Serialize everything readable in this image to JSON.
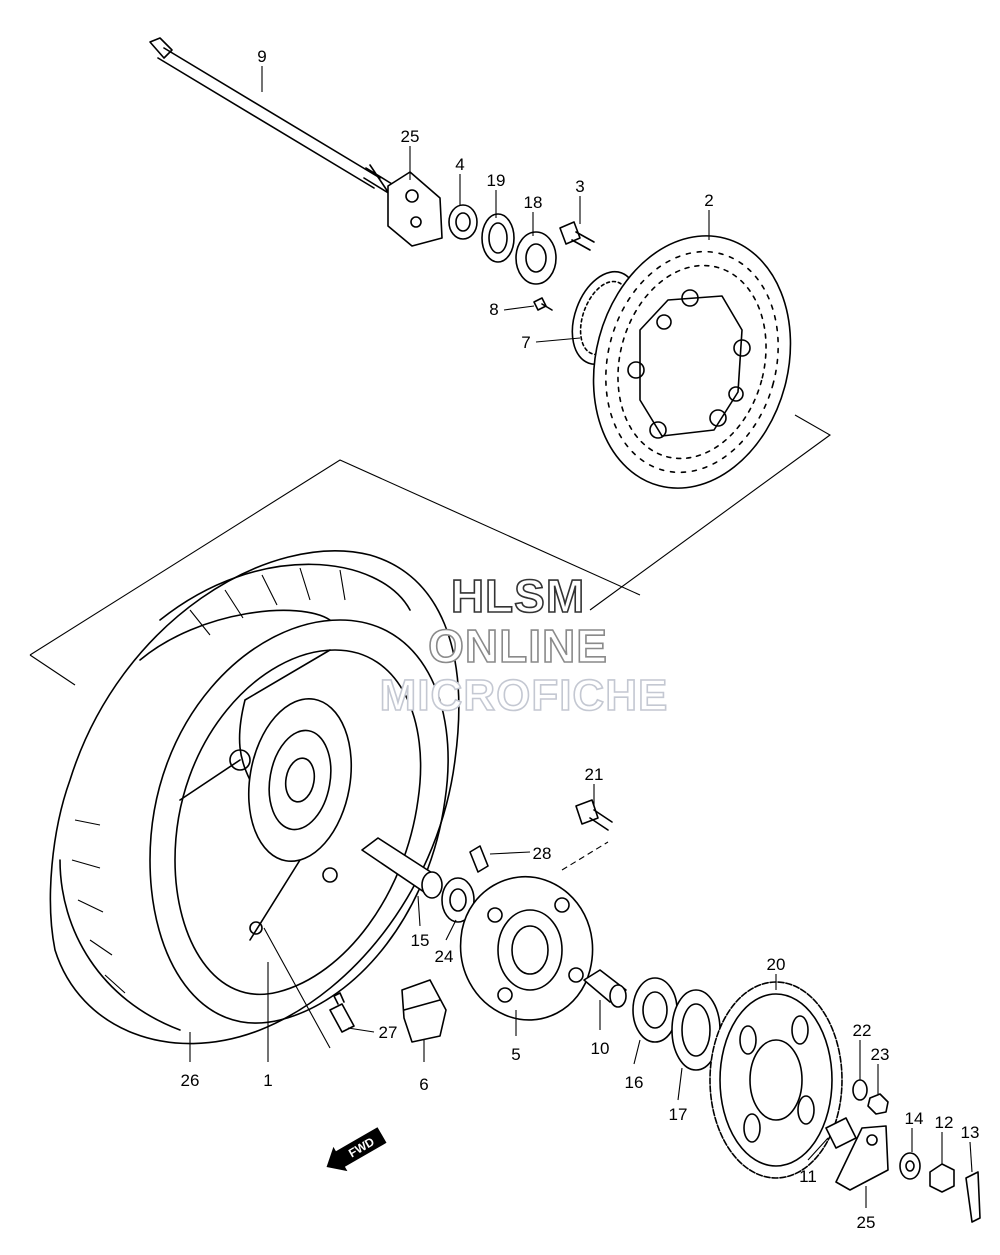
{
  "watermark": {
    "line1": "HLSM",
    "line2": "ONLINE",
    "line3": "MICROFICHE"
  },
  "direction_arrow": {
    "label": "FWD"
  },
  "callouts": {
    "p1": "1",
    "p2": "2",
    "p3": "3",
    "p4": "4",
    "p5": "5",
    "p6": "6",
    "p7": "7",
    "p8": "8",
    "p9": "9",
    "p10": "10",
    "p11": "11",
    "p12": "12",
    "p13": "13",
    "p14": "14",
    "p15": "15",
    "p16": "16",
    "p17": "17",
    "p18": "18",
    "p19": "19",
    "p20": "20",
    "p21": "21",
    "p22": "22",
    "p23": "23",
    "p24": "24",
    "p25_top": "25",
    "p25_bottom": "25",
    "p26": "26",
    "p27": "27",
    "p28": "28"
  }
}
